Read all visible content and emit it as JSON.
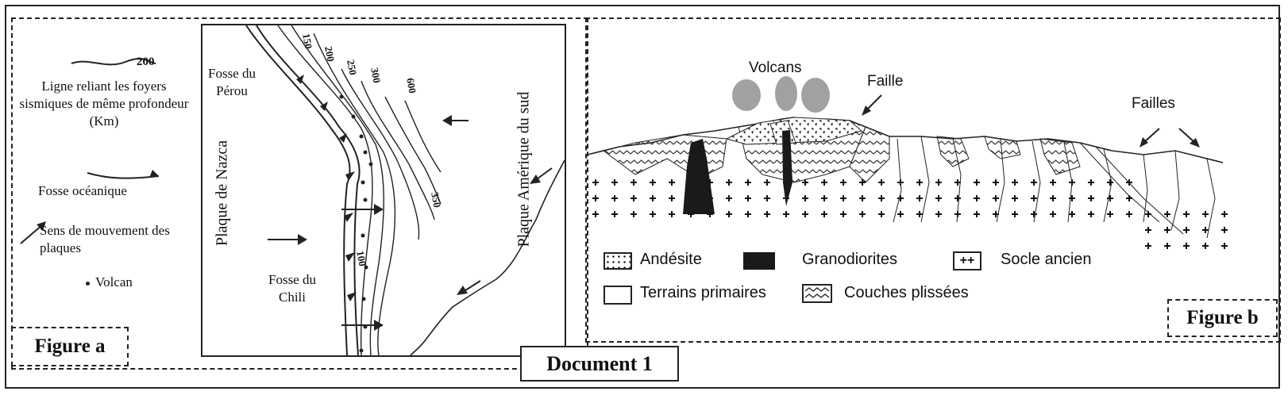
{
  "figure_a": {
    "tag": "Figure a",
    "legend": {
      "isoline_value": "200",
      "isoline_desc": "Ligne reliant les foyers sismiques de même profondeur (Km)",
      "trench": "Fosse océanique",
      "movement": "Sens de mouvement des plaques",
      "volcano": "Volcan"
    },
    "map": {
      "fosse_perou": "Fosse du Pérou",
      "fosse_chili": "Fosse du Chili",
      "plaque_nazca": "Plaque de Nazca",
      "plaque_amerique": "Plaque Amérique du sud",
      "depths": [
        "150",
        "200",
        "250",
        "300",
        "600",
        "350",
        "100"
      ]
    }
  },
  "figure_b": {
    "tag": "Figure b",
    "labels": {
      "volcans": "Volcans",
      "faille": "Faille",
      "failles": "Failles"
    },
    "legend": {
      "andesite": "Andésite",
      "granodiorites": "Granodiorites",
      "socle": "Socle ancien",
      "terrains": "Terrains primaires",
      "couches": "Couches plissées",
      "socle_symbol": "++"
    }
  },
  "document_label": "Document 1"
}
